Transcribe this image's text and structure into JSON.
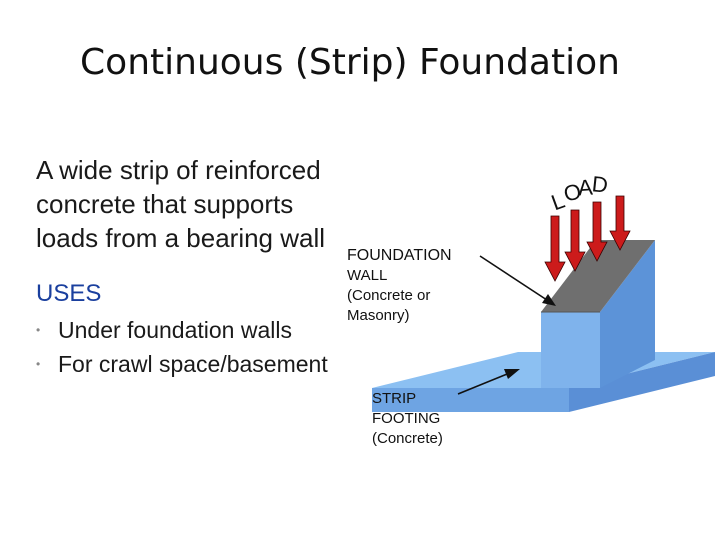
{
  "title": "Continuous (Strip) Foundation",
  "description": {
    "lines": [
      "A wide strip of reinforced",
      "concrete that supports",
      "loads from a bearing wall"
    ]
  },
  "uses": {
    "heading": "USES",
    "items": [
      "Under foundation walls",
      "For crawl space/basement"
    ]
  },
  "labels": {
    "wall": [
      "FOUNDATION",
      "WALL",
      "(Concrete or",
      "Masonry)"
    ],
    "footing": [
      "STRIP",
      "FOOTING",
      "(Concrete)"
    ],
    "load_letters": [
      "L",
      "O",
      "A",
      "D"
    ]
  },
  "colors": {
    "wall_front": "#7fb3ec",
    "wall_side": "#5c93d8",
    "wall_top": "#6f6f6f",
    "footing_top": "#8cc0f2",
    "footing_front": "#6ea4e3",
    "arrow": "#cc1b1b",
    "uses_heading": "#1a3f9e"
  }
}
